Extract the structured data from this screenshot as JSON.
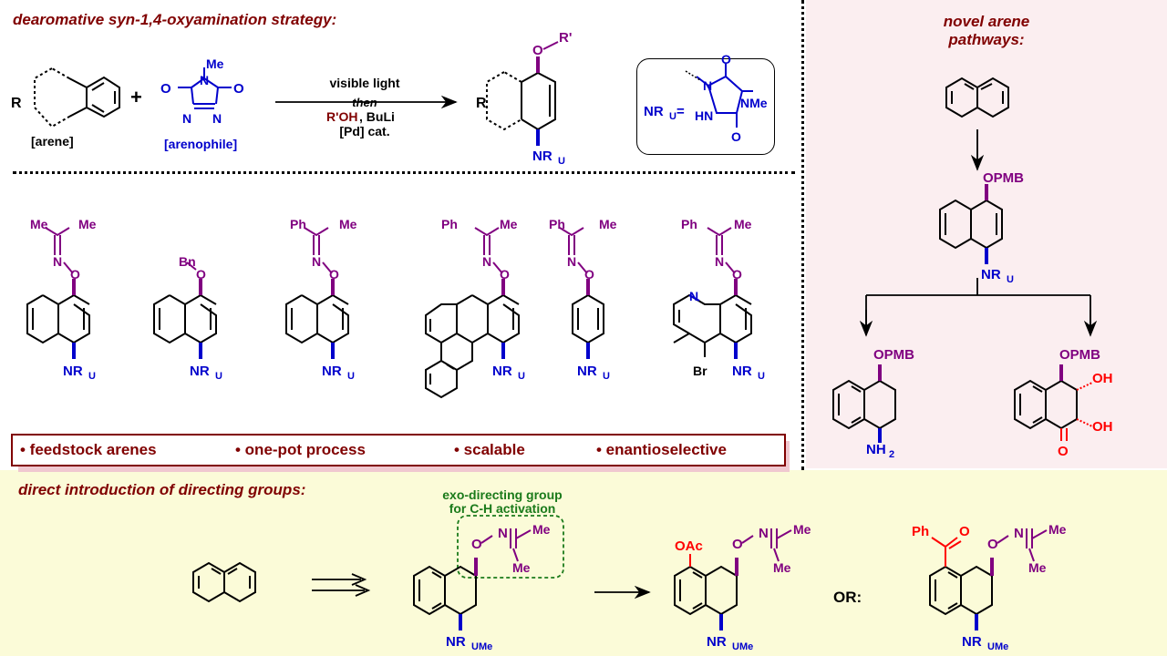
{
  "headers": {
    "strategy": "dearomative syn-1,4-oxyamination strategy:",
    "novel": [
      "novel arene",
      "pathways:"
    ],
    "directing": "direct introduction of directing groups:"
  },
  "colors": {
    "header": "#800000",
    "nitrogen": "#0000cc",
    "oxygen_branch": "#800080",
    "red": "#ff0000",
    "green": "#1a7a1a",
    "pink_panel": "#fbeef0",
    "yellow_panel": "#fbfbd8"
  },
  "scheme": {
    "R": "R",
    "plus": "+",
    "arene_label": "[arene]",
    "arenophile_label": "[arenophile]",
    "me": "Me",
    "arrow_top": "visible light",
    "arrow_then": "then",
    "arrow_roh": "R'OH",
    "arrow_buli": ", BuLi",
    "arrow_cat": "[Pd] cat.",
    "product_o": "O",
    "product_r": "R'",
    "product_nru": "NR",
    "sub_u": "U",
    "nru_def": "NR",
    "nru_eq": "=",
    "nru_hn": "HN",
    "nru_n": "N",
    "nru_nme": "NMe",
    "o": "O",
    "n": "N"
  },
  "examples": [
    {
      "substituents": [
        "Me",
        "Me"
      ],
      "link": [
        "N",
        "O"
      ]
    },
    {
      "substituents": [
        "Bn"
      ],
      "link": [
        "O"
      ]
    },
    {
      "substituents": [
        "Ph",
        "Me"
      ],
      "link": [
        "N",
        "O"
      ]
    },
    {
      "substituents": [
        "Ph",
        "Me"
      ],
      "link": [
        "N",
        "O"
      ]
    },
    {
      "substituents": [
        "Ph",
        "Me"
      ],
      "link": [
        "N",
        "O"
      ]
    },
    {
      "substituents": [
        "Ph",
        "Me"
      ],
      "link": [
        "N",
        "O"
      ],
      "ring_n": "N",
      "br": "Br"
    }
  ],
  "features": [
    "• feedstock arenes",
    "• one-pot process",
    "• scalable",
    "• enantioselective"
  ],
  "pathways": {
    "opmb": "OPMB",
    "nh2": "NH",
    "sub2": "2",
    "oh": "OH",
    "o": "O"
  },
  "directing": {
    "exo_label": [
      "exo-directing group",
      "for C-H activation"
    ],
    "me": "Me",
    "n": "N",
    "o": "O",
    "nr_ume": "NR",
    "sub_ume": "UMe",
    "oac": "OAc",
    "or": "OR:",
    "ph": "Ph",
    "carbonyl_o": "O"
  }
}
